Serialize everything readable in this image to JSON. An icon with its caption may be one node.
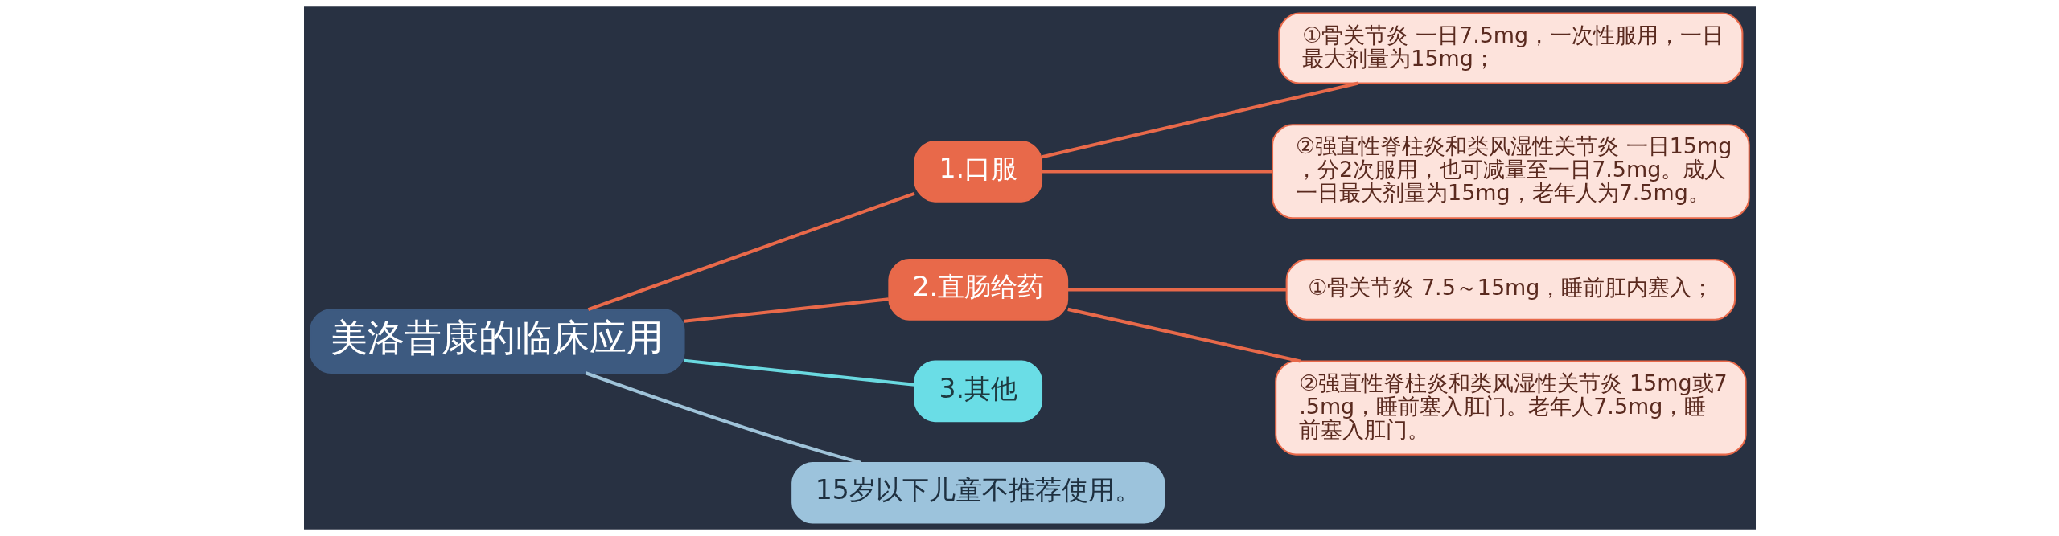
{
  "diagram": {
    "nodes": [
      {
        "text": [
          "美洛昔康的临床应用"
        ]
      },
      {
        "text": [
          "1.口服"
        ]
      },
      {
        "text": [
          "①骨关节炎 一日7.5mg，一次性服用，一日最大剂量为15mg；"
        ]
      },
      {
        "text": [
          "②强直性脊柱炎和类风湿性关节炎 一日15mg，分2次服用，也可减量至一日7.5mg。成人一日最大剂量为15mg，老年人为7.5mg。"
        ]
      },
      {
        "text": [
          "2.直肠给药"
        ]
      },
      {
        "text": [
          "①骨关节炎 7.5～15mg，睡前肛内塞入；"
        ]
      },
      {
        "text": [
          "②强直性脊柱炎和类风湿性关节炎 15mg或7.5mg，睡前塞入肛门。老年人7.5mg，睡前塞入肛门。"
        ]
      },
      {
        "text": [
          "3.其他"
        ]
      },
      {
        "text": [
          "15岁以下儿童不推荐使用。"
        ]
      }
    ],
    "edges": [
      {
        "from": 0,
        "to": 1,
        "arrow": "none"
      },
      {
        "from": 1,
        "to": 2,
        "arrow": "none"
      },
      {
        "from": 1,
        "to": 3,
        "arrow": "none"
      },
      {
        "from": 0,
        "to": 4,
        "arrow": "none"
      },
      {
        "from": 4,
        "to": 5,
        "arrow": "none"
      },
      {
        "from": 4,
        "to": 6,
        "arrow": "none"
      },
      {
        "from": 0,
        "to": 7,
        "arrow": "none",
        "color": "#6ad9e0"
      },
      {
        "from": 0,
        "to": 8,
        "arrow": "none",
        "color": "#9fc3d9"
      }
    ]
  }
}
